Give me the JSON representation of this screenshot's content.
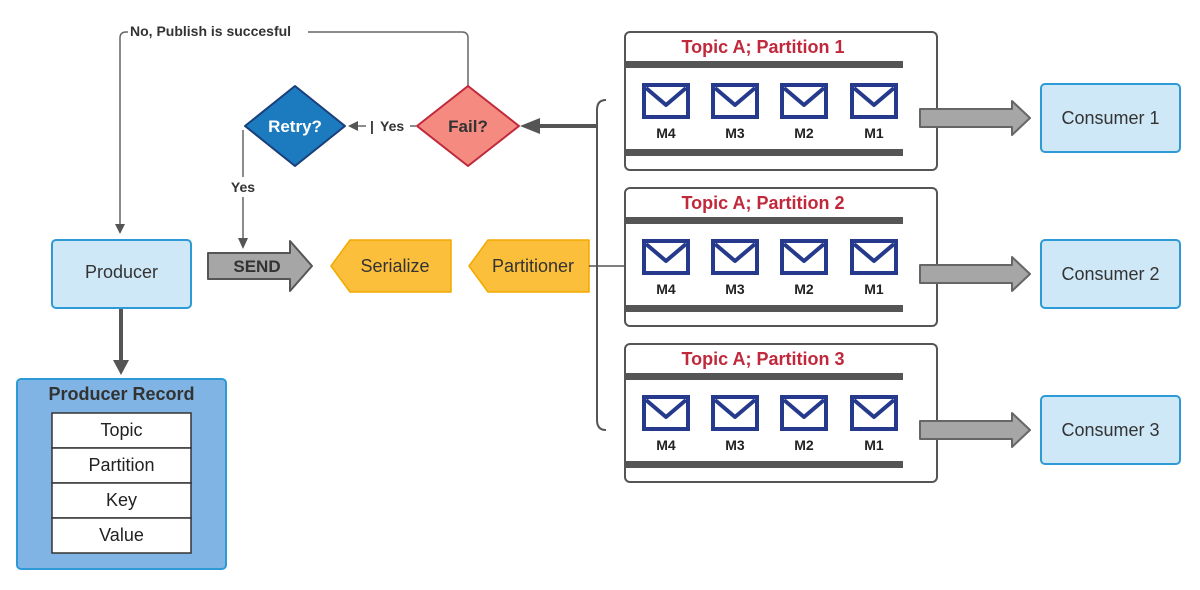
{
  "loop_label": "No, Publish is succesful",
  "nodes": {
    "producer": "Producer",
    "retry": "Retry?",
    "fail": "Fail?",
    "send": "SEND",
    "serialize": "Serialize",
    "partitioner": "Partitioner"
  },
  "edge_labels": {
    "fail_to_retry": "Yes",
    "retry_to_send": "Yes"
  },
  "producer_record": {
    "title": "Producer Record",
    "fields": [
      "Topic",
      "Partition",
      "Key",
      "Value"
    ]
  },
  "partitions": [
    {
      "title": "Topic A; Partition 1",
      "messages": [
        "M4",
        "M3",
        "M2",
        "M1"
      ],
      "consumer": "Consumer 1"
    },
    {
      "title": "Topic A; Partition 2",
      "messages": [
        "M4",
        "M3",
        "M2",
        "M1"
      ],
      "consumer": "Consumer 2"
    },
    {
      "title": "Topic A; Partition 3",
      "messages": [
        "M4",
        "M3",
        "M2",
        "M1"
      ],
      "consumer": "Consumer 3"
    }
  ],
  "colors": {
    "producer_fill": "#cfe8f7",
    "producer_stroke": "#2d9ad6",
    "record_fill": "#7fb4e4",
    "retry_fill": "#1c7bbf",
    "fail_fill": "#f58b80",
    "serialize_fill": "#fbbf3b",
    "partition_title": "#c0283b",
    "envelope": "#253a8c",
    "consumer_fill": "#cfe8f7",
    "arrow_gray": "#a6a6a6"
  }
}
